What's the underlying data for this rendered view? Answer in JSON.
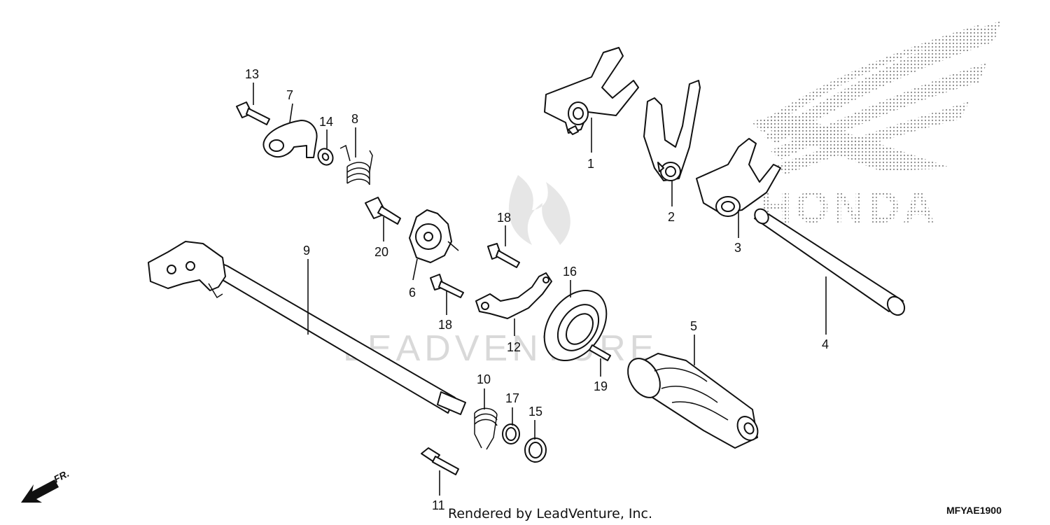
{
  "callouts": {
    "c1": "1",
    "c2": "2",
    "c3": "3",
    "c4": "4",
    "c5": "5",
    "c6": "6",
    "c7": "7",
    "c8": "8",
    "c9": "9",
    "c10": "10",
    "c11": "11",
    "c12": "12",
    "c13": "13",
    "c14": "14",
    "c15": "15",
    "c16": "16",
    "c17": "17",
    "c18a": "18",
    "c18b": "18",
    "c19": "19",
    "c20": "20"
  },
  "footer": {
    "rendered_by": "Rendered by LeadVenture, Inc.",
    "diagram_code": "MFYAE1900",
    "direction": "FR."
  },
  "watermark": {
    "brand": "HONDA",
    "leadventure": "LEADVENTURE"
  }
}
